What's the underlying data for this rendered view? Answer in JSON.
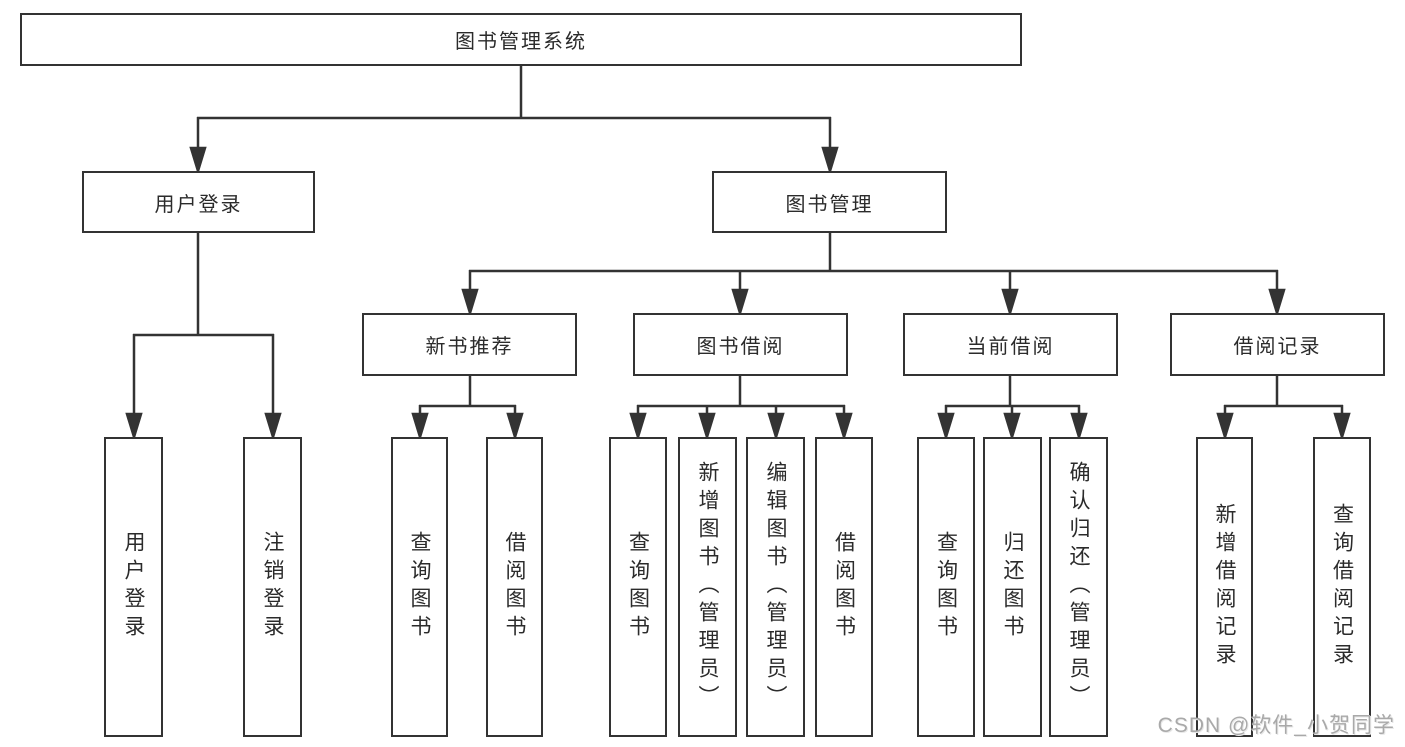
{
  "diagram": {
    "type": "hierarchy-tree",
    "colors": {
      "line": "#333333",
      "box_border": "#333333",
      "text": "#2b2b2b",
      "watermark": "#a9a9a9",
      "background": "#ffffff"
    },
    "nodes": {
      "root": {
        "label": "图书管理系统"
      },
      "user_login": {
        "label": "用户登录"
      },
      "book_mgmt": {
        "label": "图书管理"
      },
      "new_book_rec": {
        "label": "新书推荐"
      },
      "book_borrow": {
        "label": "图书借阅"
      },
      "current_borrow": {
        "label": "当前借阅"
      },
      "borrow_records": {
        "label": "借阅记录"
      },
      "leaf_user_login": {
        "label": "用户登录"
      },
      "leaf_logout": {
        "label": "注销登录"
      },
      "leaf_nbr_query": {
        "label": "查询图书"
      },
      "leaf_nbr_borrow": {
        "label": "借阅图书"
      },
      "leaf_bb_query": {
        "label": "查询图书"
      },
      "leaf_bb_add": {
        "label": "新增图书（管理员）"
      },
      "leaf_bb_edit": {
        "label": "编辑图书（管理员）"
      },
      "leaf_bb_borrow": {
        "label": "借阅图书"
      },
      "leaf_cb_query": {
        "label": "查询图书"
      },
      "leaf_cb_return": {
        "label": "归还图书"
      },
      "leaf_cb_confirm": {
        "label": "确认归还（管理员）"
      },
      "leaf_br_add": {
        "label": "新增借阅记录"
      },
      "leaf_br_query": {
        "label": "查询借阅记录"
      }
    },
    "edges": [
      {
        "from": "root",
        "to": [
          "user_login",
          "book_mgmt"
        ]
      },
      {
        "from": "user_login",
        "to": [
          "leaf_user_login",
          "leaf_logout"
        ]
      },
      {
        "from": "book_mgmt",
        "to": [
          "new_book_rec",
          "book_borrow",
          "current_borrow",
          "borrow_records"
        ]
      },
      {
        "from": "new_book_rec",
        "to": [
          "leaf_nbr_query",
          "leaf_nbr_borrow"
        ]
      },
      {
        "from": "book_borrow",
        "to": [
          "leaf_bb_query",
          "leaf_bb_add",
          "leaf_bb_edit",
          "leaf_bb_borrow"
        ]
      },
      {
        "from": "current_borrow",
        "to": [
          "leaf_cb_query",
          "leaf_cb_return",
          "leaf_cb_confirm"
        ]
      },
      {
        "from": "borrow_records",
        "to": [
          "leaf_br_add",
          "leaf_br_query"
        ]
      }
    ],
    "watermark": "CSDN @软件_小贺同学"
  }
}
